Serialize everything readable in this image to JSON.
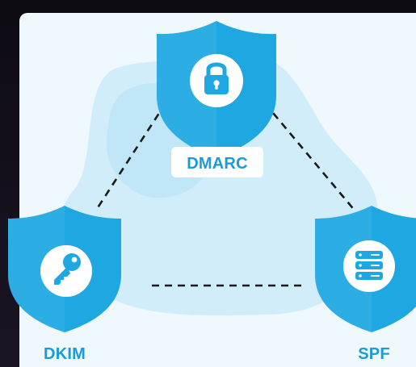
{
  "diagram": {
    "nodes": {
      "dmarc": {
        "label": "DMARC",
        "icon": "lock-icon"
      },
      "dkim": {
        "label": "DKIM",
        "icon": "key-icon"
      },
      "spf": {
        "label": "SPF",
        "icon": "server-icon"
      }
    },
    "edges": [
      {
        "from": "dmarc",
        "to": "dkim",
        "style": "dashed"
      },
      {
        "from": "dmarc",
        "to": "spf",
        "style": "dashed"
      },
      {
        "from": "dkim",
        "to": "spf",
        "style": "dashed"
      }
    ]
  },
  "colors": {
    "shield": "#1ea7e1",
    "shield_highlight": "#3fb8ec",
    "label_text": "#1b9bd8",
    "blob": "#c8e9f8",
    "panel": "#eef8fd",
    "connector": "#1a1a1a"
  }
}
